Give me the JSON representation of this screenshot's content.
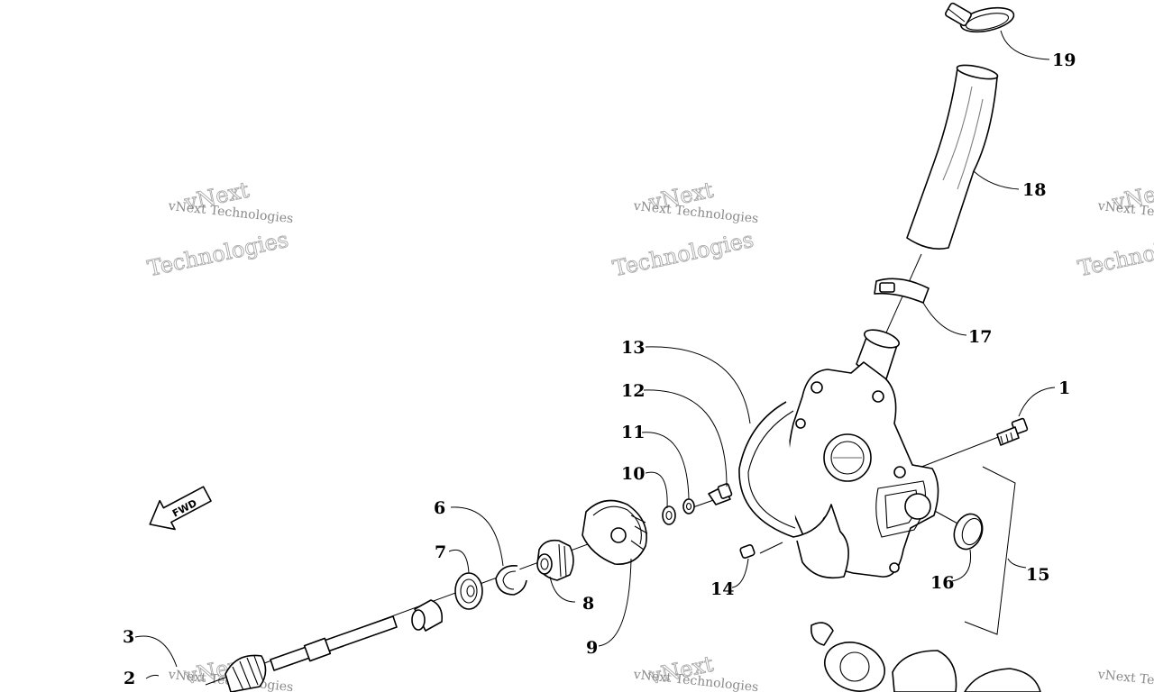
{
  "watermark": {
    "small": "vNext Technologies",
    "big_top": "vNext",
    "big_bottom": "Technologies"
  },
  "callouts": {
    "c1": "1",
    "c2": "2",
    "c3": "3",
    "c6": "6",
    "c7": "7",
    "c8": "8",
    "c9": "9",
    "c10": "10",
    "c11": "11",
    "c12": "12",
    "c13": "13",
    "c14": "14",
    "c15": "15",
    "c16": "16",
    "c17": "17",
    "c18": "18",
    "c19": "19"
  },
  "fwd_label": "FWD"
}
